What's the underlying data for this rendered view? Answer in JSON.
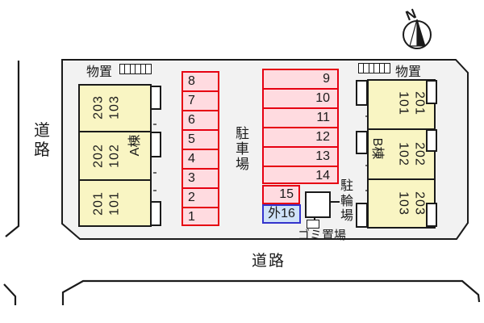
{
  "plan": {
    "compass_north": "N",
    "roads": {
      "left": "道路",
      "bottom": "道路"
    },
    "storage": {
      "left_label": "物置",
      "right_label": "物置"
    },
    "areas": {
      "parking": "駐車場",
      "bicycle": "駐輪場",
      "garbage": "ゴミ置場"
    }
  },
  "buildings": {
    "a": {
      "name": "A棟",
      "rooms": [
        {
          "upper": "203",
          "lower": "103"
        },
        {
          "upper": "202",
          "lower": "102"
        },
        {
          "upper": "201",
          "lower": "101"
        }
      ]
    },
    "b": {
      "name": "B棟",
      "rooms": [
        {
          "upper": "201",
          "lower": "101"
        },
        {
          "upper": "202",
          "lower": "102"
        },
        {
          "upper": "203",
          "lower": "103"
        }
      ]
    }
  },
  "parking": {
    "left_column": [
      "8",
      "7",
      "6",
      "5",
      "4",
      "3",
      "2",
      "1"
    ],
    "center_column": [
      "9",
      "10",
      "11",
      "12",
      "13",
      "14"
    ],
    "space_15": "15",
    "space_16": "外16"
  },
  "colors": {
    "site_fill": "#f2f2f2",
    "line": "#1a1a1a",
    "building_fill": "#f9f5c3",
    "parking_border": "#e60012",
    "parking_fill": "#ffdbe0",
    "space16_border": "#3333cc",
    "space16_fill": "#cfe2f8"
  }
}
